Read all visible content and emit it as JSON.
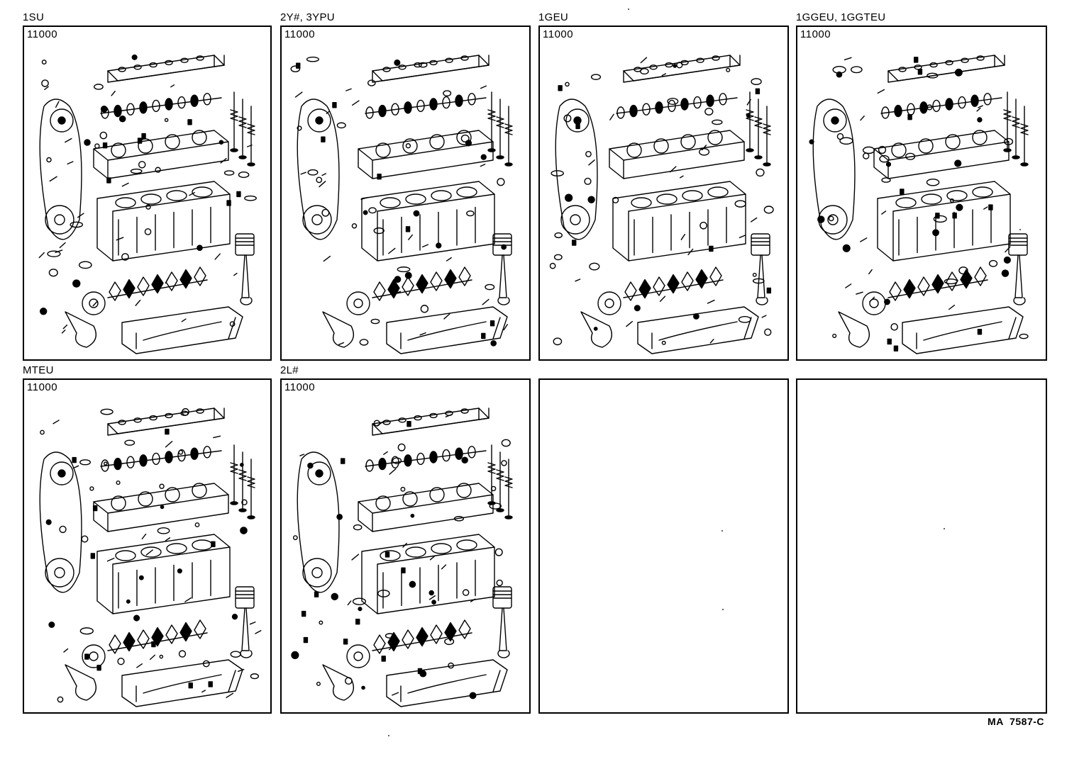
{
  "panels": [
    {
      "engine": "1SU",
      "part_code": "11000",
      "has_drawing": true
    },
    {
      "engine": "2Y#, 3YPU",
      "part_code": "11000",
      "has_drawing": true
    },
    {
      "engine": "1GEU",
      "part_code": "11000",
      "has_drawing": true
    },
    {
      "engine": "1GGEU, 1GGTEU",
      "part_code": "11000",
      "has_drawing": true
    },
    {
      "engine": "MTEU",
      "part_code": "11000",
      "has_drawing": true
    },
    {
      "engine": "2L#",
      "part_code": "11000",
      "has_drawing": true
    },
    {
      "engine": "",
      "part_code": "",
      "has_drawing": false
    },
    {
      "engine": "",
      "part_code": "",
      "has_drawing": false
    }
  ],
  "catalog_ref": "MA  7587-C"
}
